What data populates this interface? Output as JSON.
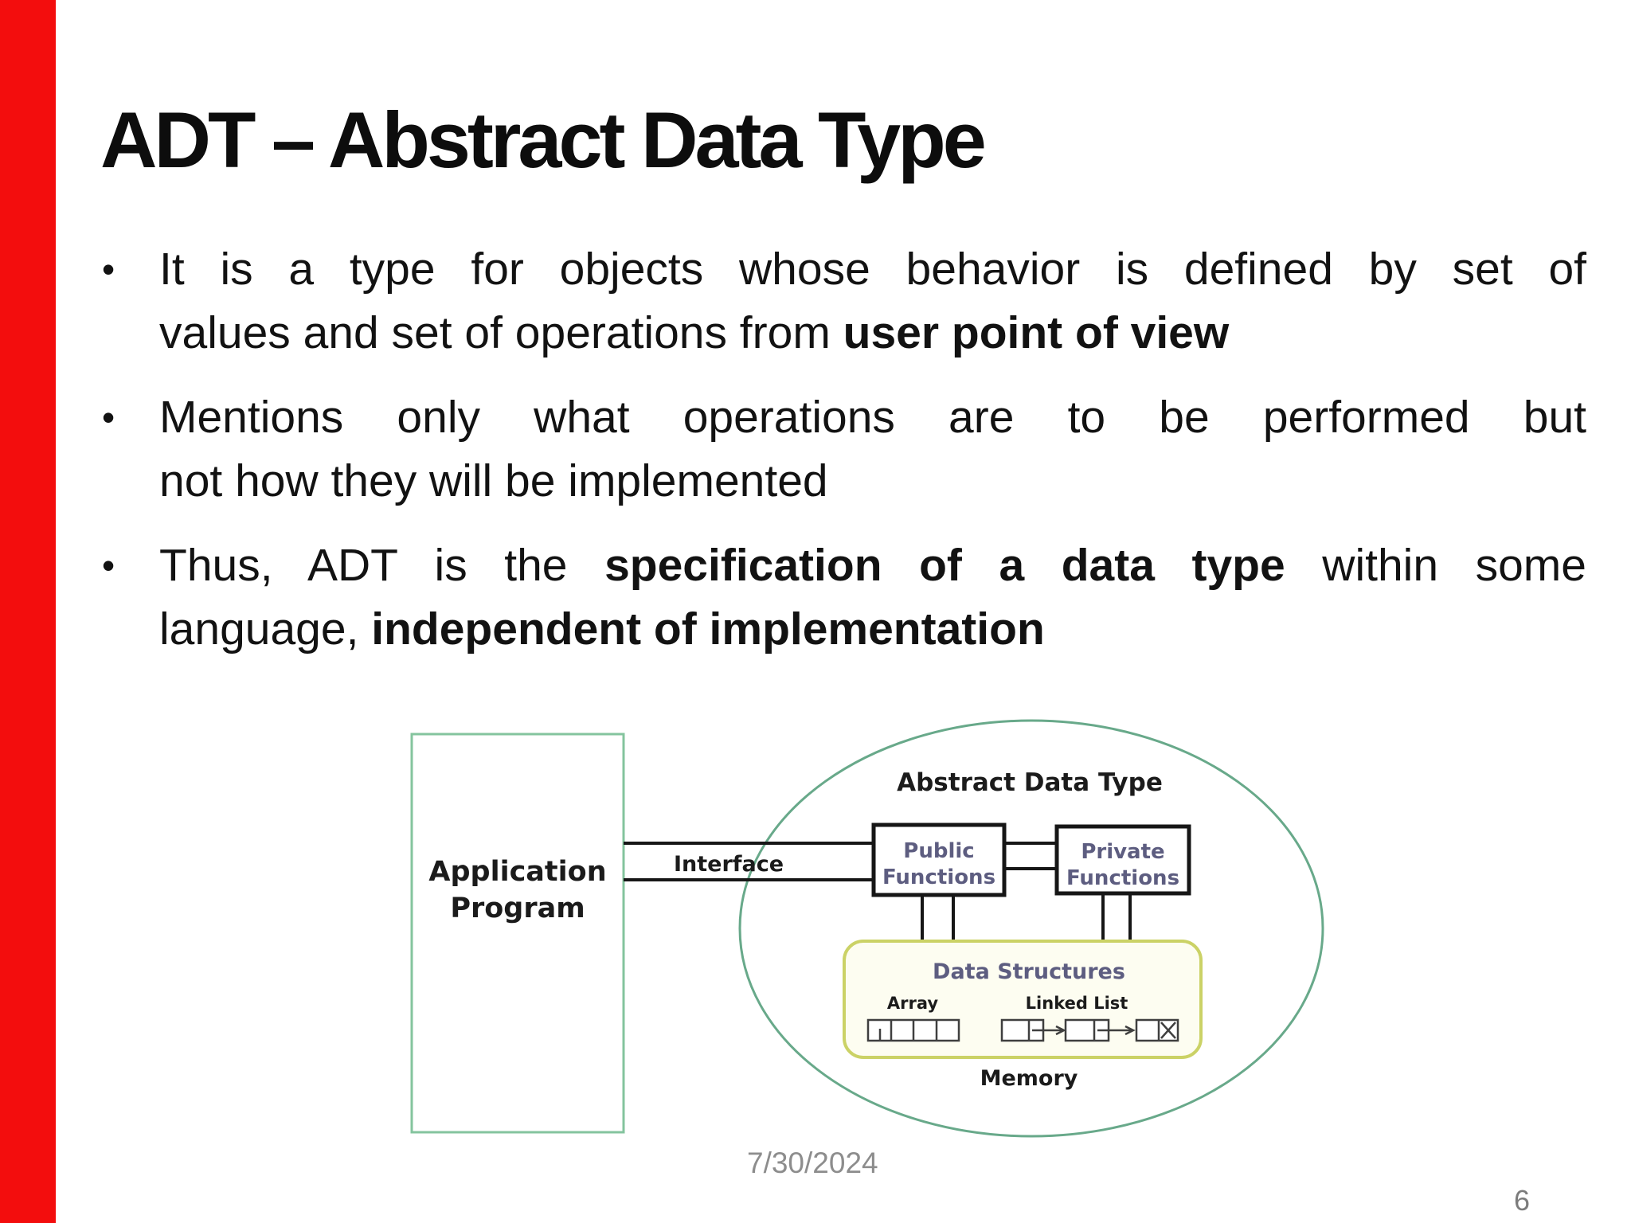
{
  "slide": {
    "title": "ADT – Abstract Data Type",
    "bullet_char": "•",
    "bullets": [
      {
        "line1": [
          {
            "t": "It is a type for objects whose behavior is defined by set of"
          }
        ],
        "line2": [
          {
            "t": "values and set of operations from "
          },
          {
            "t": "user point of view",
            "bold": true
          }
        ]
      },
      {
        "line1": [
          {
            "t": "Mentions only what operations are to be performed but"
          }
        ],
        "line2": [
          {
            "t": "not how they will be implemented"
          }
        ]
      },
      {
        "line1": [
          {
            "t": "Thus, ADT is the "
          },
          {
            "t": "specification of a data type",
            "bold": true
          },
          {
            "t": " within some"
          }
        ],
        "line2": [
          {
            "t": "language, "
          },
          {
            "t": "independent of implementation",
            "bold": true
          }
        ]
      }
    ]
  },
  "diagram": {
    "app_box": {
      "line1": "Application",
      "line2": "Program"
    },
    "ellipse_label": "Abstract Data Type",
    "interface_label": "Interface",
    "public_box": {
      "line1": "Public",
      "line2": "Functions"
    },
    "private_box": {
      "line1": "Private",
      "line2": "Functions"
    },
    "data_structures_label": "Data Structures",
    "array_label": "Array",
    "linked_list_label": "Linked List",
    "memory_label": "Memory"
  },
  "footer": {
    "date": "7/30/2024",
    "page_number": "6"
  },
  "colors": {
    "stripe_red": "#f30d0d",
    "green_box_border": "#84c49e",
    "ellipse_border": "#68a98a",
    "ds_border": "#cbd266",
    "ds_fill": "#fdfdf1",
    "function_text": "#5d5d80",
    "footer_text": "#8d8d8d"
  }
}
